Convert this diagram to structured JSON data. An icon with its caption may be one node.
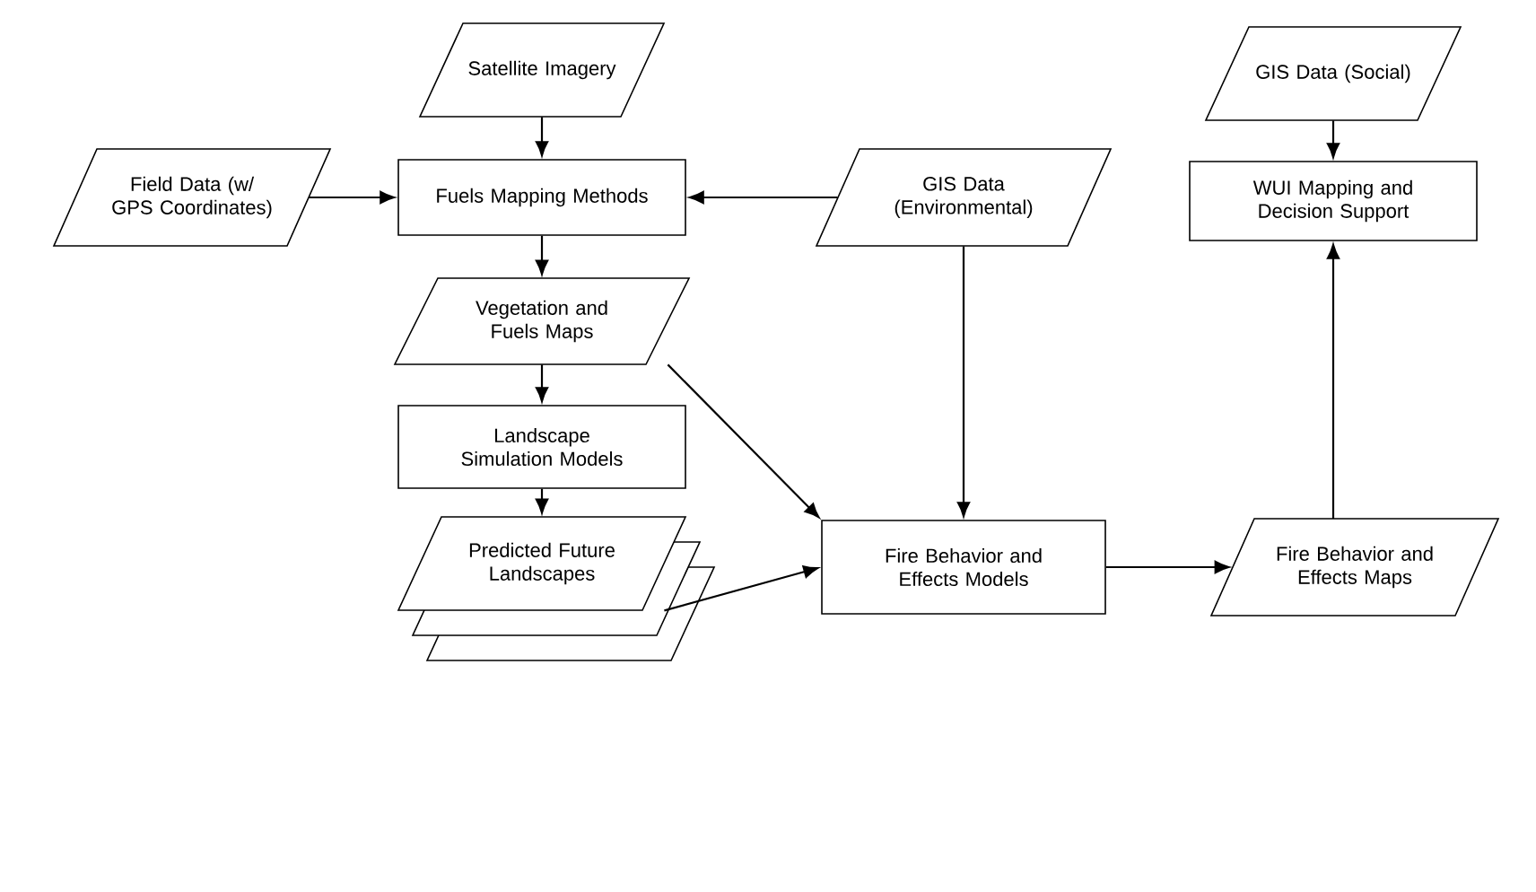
{
  "diagram": {
    "nodes": [
      {
        "text": [
          "Satellite Imagery"
        ]
      },
      {
        "text": [
          "Field Data (w/ GPS Coordinates)"
        ]
      },
      {
        "text": [
          "Fuels Mapping Methods"
        ]
      },
      {
        "text": [
          "GIS Data (Environmental)"
        ]
      },
      {
        "text": [
          "GIS Data (Social)"
        ]
      },
      {
        "text": [
          "WUI Mapping and Decision Support"
        ]
      },
      {
        "text": [
          "Vegetation and Fuels Maps"
        ]
      },
      {
        "text": [
          "Landscape Simulation Models"
        ]
      },
      {
        "text": [
          "Predicted Future Landscapes"
        ]
      },
      {
        "text": [
          "Fire Behavior and Effects Models"
        ]
      },
      {
        "text": [
          "Fire Behavior and Effects Maps"
        ]
      }
    ],
    "edges": [
      {
        "from": 0,
        "to": 2,
        "arrow": "to"
      },
      {
        "from": 1,
        "to": 2,
        "arrow": "to"
      },
      {
        "from": 3,
        "to": 2,
        "arrow": "to"
      },
      {
        "from": 2,
        "to": 6,
        "arrow": "to"
      },
      {
        "from": 6,
        "to": 7,
        "arrow": "to"
      },
      {
        "from": 7,
        "to": 8,
        "arrow": "to"
      },
      {
        "from": 6,
        "to": 9,
        "arrow": "to"
      },
      {
        "from": 8,
        "to": 9,
        "arrow": "to"
      },
      {
        "from": 3,
        "to": 9,
        "arrow": "to"
      },
      {
        "from": 9,
        "to": 10,
        "arrow": "to"
      },
      {
        "from": 10,
        "to": 5,
        "arrow": "to"
      },
      {
        "from": 4,
        "to": 5,
        "arrow": "to"
      }
    ]
  }
}
